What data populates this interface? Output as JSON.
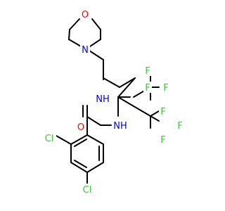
{
  "molecule": {
    "colors": {
      "bond": "#000000",
      "carbon": "#000000",
      "nitrogen": "#0000ff",
      "oxygen": "#ff0000",
      "fluorine": "#33cc33",
      "chlorine": "#33cc33"
    },
    "labels": {
      "morpholine_oxygen": "O",
      "morpholine_nitrogen": "N",
      "amine_nh": "NH",
      "amide_nh": "NH",
      "carbonyl_oxygen": "O",
      "fluorine_1": "F",
      "fluorine_2": "F",
      "fluorine_3": "F",
      "fluorine_4": "F",
      "fluorine_5": "F",
      "fluorine_6": "F",
      "chlorine_ortho": "Cl",
      "chlorine_para": "Cl"
    }
  }
}
